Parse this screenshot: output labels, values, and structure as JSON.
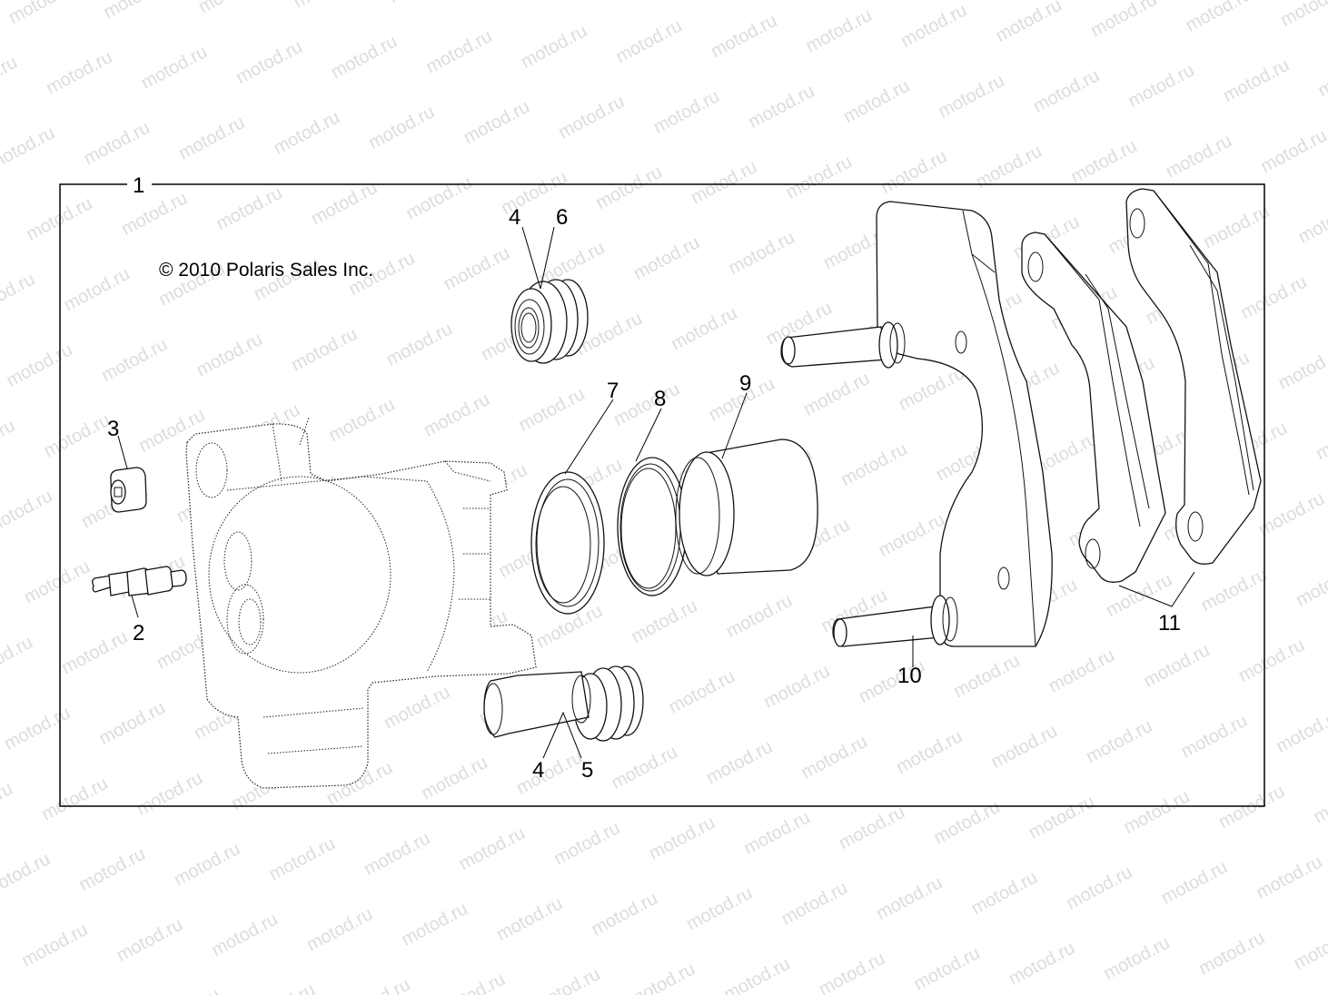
{
  "diagram": {
    "title_callout": "1",
    "copyright": "© 2010 Polaris Sales Inc.",
    "watermark_text": "motod.ru",
    "colors": {
      "background": "#ffffff",
      "line": "#000000",
      "watermark": "#dcdcdc"
    },
    "callouts": [
      {
        "id": "1",
        "label": "1",
        "part": "caliper-assembly"
      },
      {
        "id": "2",
        "label": "2",
        "part": "bleeder-screw"
      },
      {
        "id": "3",
        "label": "3",
        "part": "bleeder-cap"
      },
      {
        "id": "4a",
        "label": "4",
        "part": "slide-pin-boot-upper"
      },
      {
        "id": "6",
        "label": "6",
        "part": "boot-upper"
      },
      {
        "id": "7",
        "label": "7",
        "part": "dust-seal"
      },
      {
        "id": "8",
        "label": "8",
        "part": "piston-seal"
      },
      {
        "id": "9",
        "label": "9",
        "part": "piston"
      },
      {
        "id": "4b",
        "label": "4",
        "part": "slide-pin-boot-lower"
      },
      {
        "id": "5",
        "label": "5",
        "part": "slide-pin"
      },
      {
        "id": "10",
        "label": "10",
        "part": "bracket-pin"
      },
      {
        "id": "11",
        "label": "11",
        "part": "brake-pads"
      }
    ]
  }
}
